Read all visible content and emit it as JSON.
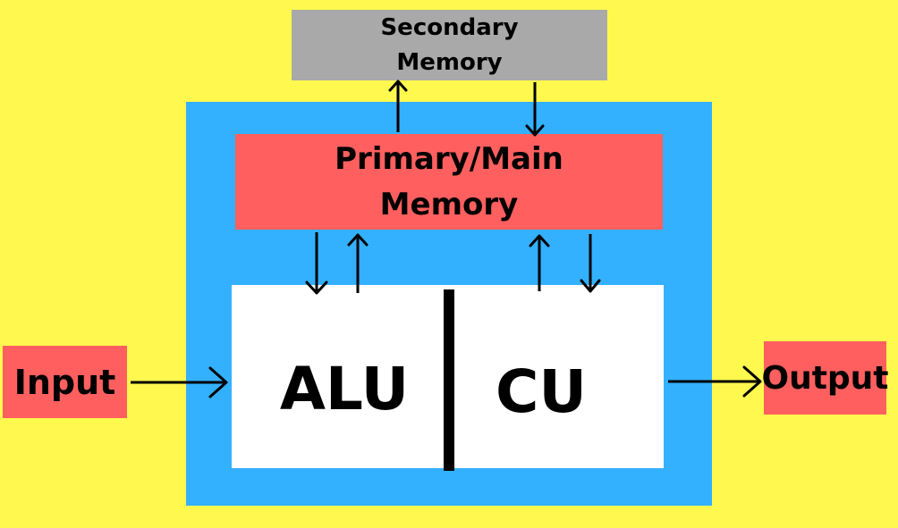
{
  "nodes": {
    "secondary_memory": {
      "line1": "Secondary",
      "line2": "Memory"
    },
    "primary_memory": {
      "line1": "Primary/Main",
      "line2": "Memory"
    },
    "alu": "ALU",
    "cu": "CU",
    "input": "Input",
    "output": "Output"
  },
  "colors": {
    "background": "#fff94f",
    "cpu": "#33b1ff",
    "memory_box": "#ff5f5f",
    "secondary_box": "#a9a9a9",
    "alu_cu_box": "#ffffff"
  }
}
